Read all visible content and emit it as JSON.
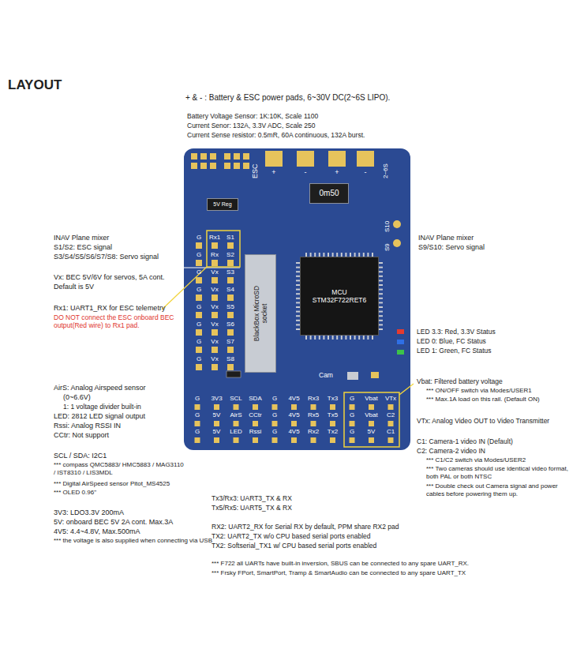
{
  "diagram": {
    "title": "LAYOUT",
    "nodes": [
      {
        "text": [
          "0m50"
        ]
      },
      {
        "text": [
          "5V Reg"
        ]
      },
      {
        "text": [
          "BlackBox MicroSD socket"
        ]
      },
      {
        "text": [
          "MCU STM32F722RET6"
        ]
      }
    ],
    "labels": [
      "+ & - : Battery & ESC power pads,  6~30V DC(2~6S LIPO).",
      "Battery Voltage Sensor: 1K:10K, Scale 1100",
      "Current Senor: 132A, 3.3V ADC, Scale 250",
      "Current Sense resistor: 0.5mR, 60A continuous, 132A burst.",
      "INAV Plane mixer",
      "S1/S2:  ESC signal",
      "S3/S4/S5/S6/S7/S8: Servo signal",
      "Vx: BEC 5V/6V for servos, 5A cont.",
      "Default is 5V",
      "Rx1: UART1_RX for ESC telemetry",
      "DO NOT connect the ESC onboard BEC output(Red wire) to Rx1 pad.",
      "AirS: Analog Airspeed sensor",
      "(0~6.6V)",
      "1: 1 voltage divider built-in",
      "LED: 2812 LED signal output",
      "Rssi: Analog RSSI IN",
      "CCtr: Not support",
      "SCL / SDA: I2C1",
      "*** compass QMC5883/ HMC5883 / MAG3110 / IST8310 / LIS3MDL",
      "*** Digital AirSpeed sensor Pitot_MS4525",
      "*** OLED 0.96\"",
      "3V3: LDO3.3V 200mA",
      "5V: onboard BEC 5V 2A cont. Max.3A",
      "4V5: 4.4~4.8V, Max.500mA",
      "*** the voltage is also supplied when connecting via USB",
      "INAV Plane mixer",
      "S9/S10: Servo signal",
      "LED 3.3: Red, 3.3V Status",
      "LED 0: Blue, FC Status",
      "LED 1: Green, FC Status",
      "Vbat:  Filtered battery voltage",
      "*** ON/OFF switch via Modes/USER1",
      "*** Max.1A load on this rail.  (Default ON)",
      "VTx: Analog Video OUT to Video Transmitter",
      "C1: Camera-1 video IN (Default)",
      "C2: Camera-2 video IN",
      "*** C1/C2 switch via Modes/USER2",
      "*** Two cameras should use identical video format, both PAL or both NTSC",
      "*** Double check out Camera signal and power cables before powering them up.",
      "Tx3/Rx3: UART3_TX & RX",
      "Tx5/Rx5: UART5_TX & RX",
      "RX2: UART2_RX for Serial RX by default,  PPM share RX2 pad",
      "TX2: UART2_TX w/o CPU based serial ports enabled",
      "TX2: Softserial_TX1 w/ CPU based serial ports enabled",
      "*** F722 all UARTs have built-in inversion, SBUS can be connected to any spare UART_RX.",
      "*** Frsky FPort, SmartPort, Tramp & SmartAudio can be connected to any spare UART_TX",
      "ESC",
      "+",
      "-",
      "+",
      "-",
      "2~6S",
      "S10",
      "S9",
      "G",
      "Rx1",
      "S1",
      "G",
      "Rx",
      "S2",
      "G",
      "Vx",
      "S3",
      "G",
      "Vx",
      "S4",
      "G",
      "Vx",
      "S5",
      "G",
      "Vx",
      "S6",
      "G",
      "Vx",
      "S7",
      "G",
      "Vx",
      "S8",
      "Cam",
      "G",
      "3V3",
      "SCL",
      "SDA",
      "G",
      "4V5",
      "Rx3",
      "Tx3",
      "G",
      "Vbat",
      "VTx",
      "G",
      "5V",
      "AirS",
      "CCtr",
      "G",
      "4V5",
      "Rx5",
      "Tx5",
      "G",
      "Vbat",
      "C2",
      "G",
      "5V",
      "LED",
      "Rssi",
      "G",
      "4V5",
      "Rx2",
      "Tx2",
      "G",
      "5V",
      "C1"
    ]
  }
}
